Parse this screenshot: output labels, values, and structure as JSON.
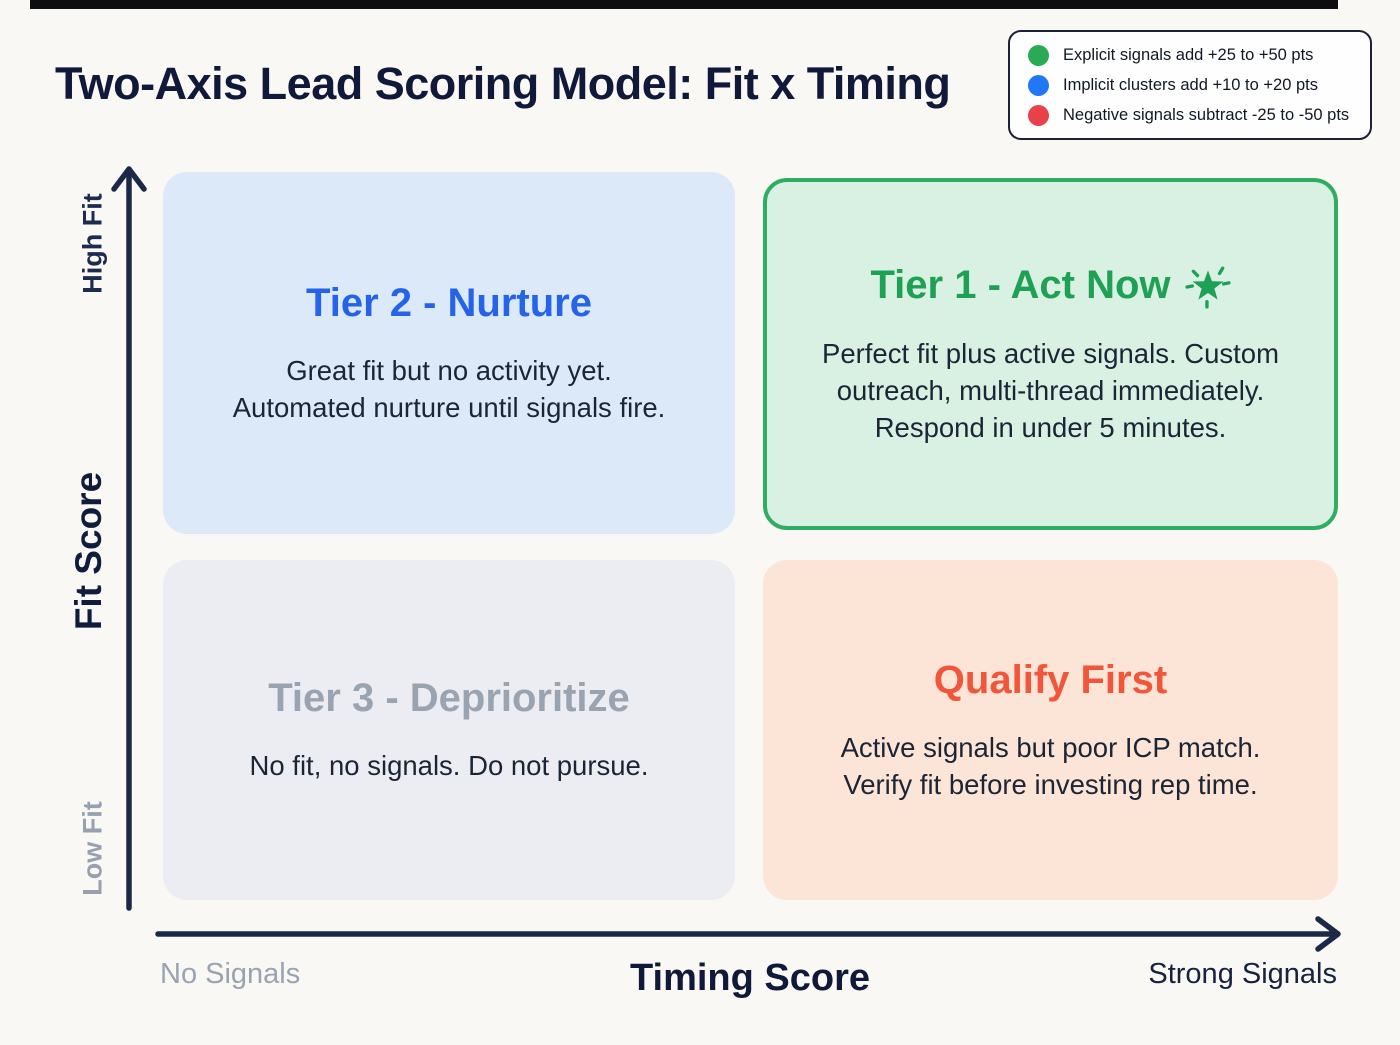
{
  "title": "Two-Axis Lead Scoring Model: Fit x Timing",
  "legend": {
    "items": [
      {
        "icon": "green-dot",
        "color": "#29ab55",
        "label": "Explicit signals add +25 to +50 pts"
      },
      {
        "icon": "blue-dot",
        "color": "#2277f6",
        "label": "Implicit clusters add +10 to +20 pts"
      },
      {
        "icon": "red-dot",
        "color": "#e8414a",
        "label": "Negative signals subtract -25 to -50 pts"
      }
    ]
  },
  "y_axis": {
    "label": "Fit Score",
    "top_label": "High Fit",
    "bottom_label": "Low Fit"
  },
  "x_axis": {
    "label": "Timing Score",
    "left_label": "No Signals",
    "right_label": "Strong Signals"
  },
  "quadrants": {
    "tier2": {
      "title": "Tier 2 - Nurture",
      "title_color": "#2563eb",
      "bg_color": "#dce9f9",
      "lines": [
        "Great fit but no activity yet.",
        "Automated nurture until signals fire."
      ]
    },
    "tier1": {
      "title": "Tier 1 - Act Now",
      "title_icon": "spark-star-icon",
      "title_color": "#1ea055",
      "bg_color": "#d9f1e2",
      "border_color": "#2fad61",
      "lines": [
        "Perfect fit plus active signals. Custom",
        "outreach, multi-thread immediately.",
        "Respond in under 5 minutes."
      ]
    },
    "tier3": {
      "title": "Tier 3 - Deprioritize",
      "title_color": "#9aa4b1",
      "bg_color": "#ebedf2",
      "lines": [
        "No fit, no signals. Do not pursue.",
        "",
        ""
      ]
    },
    "qualify": {
      "title": "Qualify First",
      "title_color": "#f1563a",
      "bg_color": "#fce4d6",
      "lines": [
        "Active signals but poor ICP match.",
        "Verify fit before investing rep time.",
        ""
      ]
    }
  },
  "colors": {
    "background": "#faf8f4",
    "axis": "#1b2847",
    "title_text": "#10193a",
    "body_text": "#1b2536",
    "muted_label": "#99a3b1"
  }
}
